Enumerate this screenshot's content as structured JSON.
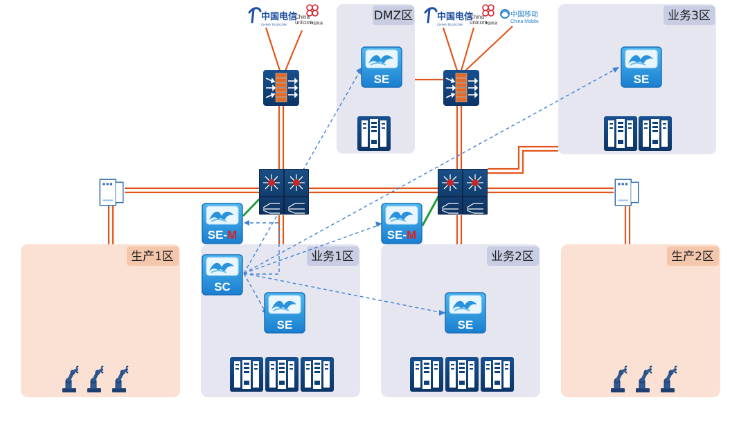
{
  "zones": [
    {
      "id": "dmz",
      "label": "DMZ区",
      "kind": "purple"
    },
    {
      "id": "biz3",
      "label": "业务3区",
      "kind": "purple"
    },
    {
      "id": "prod1",
      "label": "生产1区",
      "kind": "peach"
    },
    {
      "id": "biz1",
      "label": "业务1区",
      "kind": "purple"
    },
    {
      "id": "biz2",
      "label": "业务2区",
      "kind": "purple"
    },
    {
      "id": "prod2",
      "label": "生产2区",
      "kind": "peach"
    }
  ],
  "nodes": {
    "se_dmz": {
      "label": "SE"
    },
    "se_biz3": {
      "label": "SE"
    },
    "se_m_left": {
      "prefix": "SE-",
      "suffix": "M"
    },
    "se_m_right": {
      "prefix": "SE-",
      "suffix": "M"
    },
    "sc": {
      "label": "SC"
    },
    "se_biz1": {
      "label": "SE"
    },
    "se_biz2": {
      "label": "SE"
    }
  },
  "isps": {
    "telecom": {
      "name": "中国电信",
      "sub": "CHINA TELECOM"
    },
    "unicom": {
      "name": "China",
      "name2": "unicom",
      "sub": "中国联通"
    },
    "mobile": {
      "name": "中国移动",
      "sub": "China Mobile"
    }
  },
  "colors": {
    "zone_purple": "#e6e6f1",
    "zone_peach": "#fbe1d3",
    "label_purple": "#c9cde3",
    "label_peach": "#f4c7ad",
    "link_orange": "#e1561d",
    "link_green": "#1f9b3a",
    "dashed_blue": "#3d7fd1",
    "device_navy": "#0f3f77",
    "tile_cyan": "#2b9de3",
    "m_red": "#e12020",
    "firewall_brick": "#de6b2a",
    "telecom_blue": "#1c4ea1",
    "unicom_red": "#d7202b",
    "mobile_blue": "#2b84cc"
  }
}
